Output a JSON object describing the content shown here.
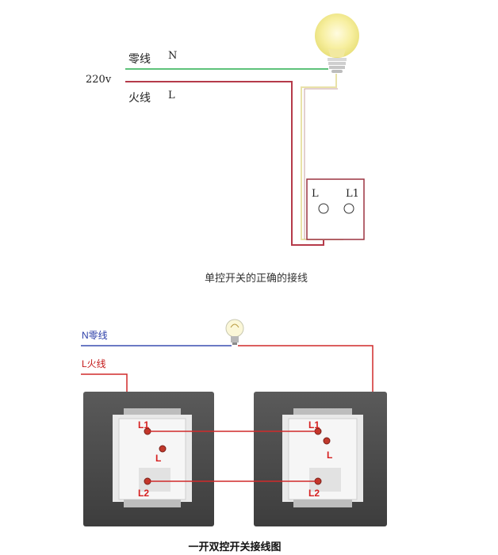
{
  "top": {
    "voltage_label": "220v",
    "neutral_label": "零线",
    "neutral_letter": "N",
    "live_label": "火线",
    "live_letter": "L",
    "switch_terminal_l": "L",
    "switch_terminal_l1": "L1",
    "caption": "单控开关的正确的接线",
    "colors": {
      "neutral": "#5ec27a",
      "live": "#b53a4a",
      "return": "#e9e2a8"
    }
  },
  "bottom": {
    "neutral_label": "N零线",
    "live_label": "L火线",
    "left_switch": {
      "l1": "L1",
      "l": "L",
      "l2": "L2"
    },
    "right_switch": {
      "l1": "L1",
      "l": "L",
      "l2": "L2"
    },
    "caption": "一开双控开关接线图",
    "colors": {
      "neutral": "#3a4fb0",
      "live": "#d02a2a"
    }
  }
}
